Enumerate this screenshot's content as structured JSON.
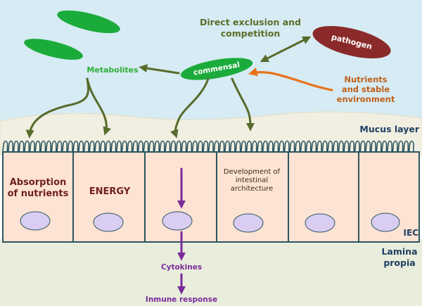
{
  "labels": {
    "direct_exclusion_1": "Direct exclusion and",
    "direct_exclusion_2": "competition",
    "pathogen": "pathogen",
    "commensal": "commensal",
    "metabolites": "Metabolites",
    "nutrients_1": "Nutrients",
    "nutrients_2": "and stable",
    "nutrients_3": "environment",
    "mucus_layer": "Mucus layer",
    "absorption_1": "Absorption",
    "absorption_2": "of nutrients",
    "energy": "ENERGY",
    "development_1": "Development of",
    "development_2": "intestinal",
    "development_3": "architecture",
    "iec": "IEC",
    "lamina_1": "Lamina",
    "lamina_2": "propia",
    "cytokines": "Cytokines",
    "immune_response": "Inmune response"
  },
  "colors": {
    "sky": "#d6ebf3",
    "mucus": "#f1efe1",
    "lamina": "#e9eddc",
    "cell_fill": "#fde3d3",
    "cell_border": "#2c5560",
    "nucleus": "#d9cdf2",
    "bacteria_green": "#1aab3b",
    "pathogen": "#8b2a2a",
    "arrow_olive": "#576b2b",
    "arrow_orange": "#e8731c",
    "arrow_purple": "#7a2b9a"
  }
}
